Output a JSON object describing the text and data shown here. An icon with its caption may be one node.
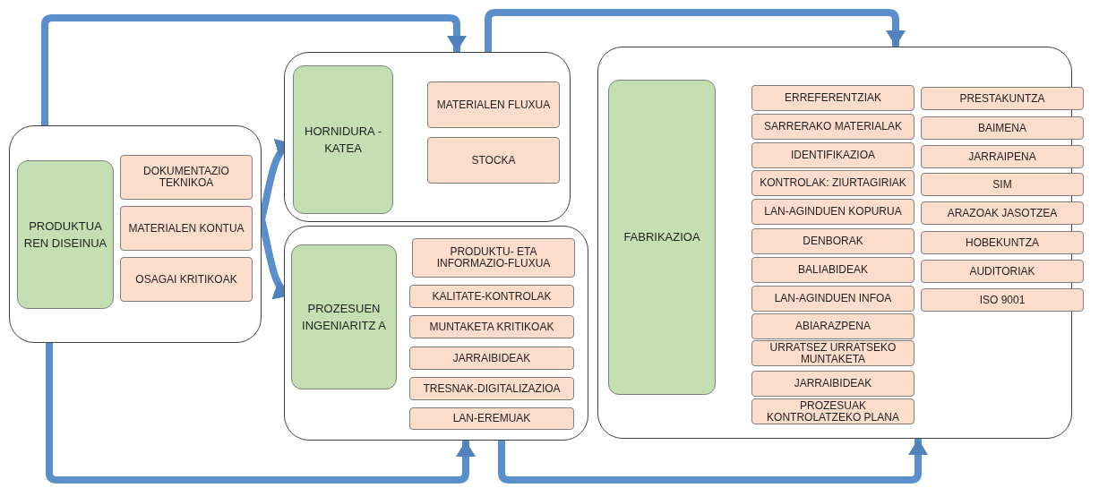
{
  "diagram": {
    "nodes": [
      {
        "text": [],
        "shape": "box"
      },
      {
        "text": [
          "PRODUKTUA REN DISEINUA"
        ],
        "in": 0
      },
      {
        "text": [
          "DOKUMENTAZIO TEKNIKOA"
        ],
        "in": 0
      },
      {
        "text": [
          "MATERIALEN KONTUA"
        ],
        "in": 0
      },
      {
        "text": [
          "OSAGAI KRITIKOAK"
        ],
        "in": 0
      },
      {
        "text": [],
        "shape": "box"
      },
      {
        "text": [
          "HORNIDURA -KATEA"
        ],
        "in": 5
      },
      {
        "text": [
          "MATERIALEN FLUXUA"
        ],
        "in": 5
      },
      {
        "text": [
          "STOCKA"
        ],
        "in": 5
      },
      {
        "text": [],
        "shape": "box"
      },
      {
        "text": [
          "PROZESUEN INGENIARITZ A"
        ],
        "in": 9
      },
      {
        "text": [
          "PRODUKTU- ETA INFORMAZIO-FLUXUA"
        ],
        "in": 9
      },
      {
        "text": [
          "KALITATE-KONTROLAK"
        ],
        "in": 9
      },
      {
        "text": [
          "MUNTAKETA KRITIKOAK"
        ],
        "in": 9
      },
      {
        "text": [
          "JARRAIBIDEAK"
        ],
        "in": 9
      },
      {
        "text": [
          "TRESNAK-DIGITALIZAZIOA"
        ],
        "in": 9
      },
      {
        "text": [
          "LAN-EREMUAK"
        ],
        "in": 9
      },
      {
        "text": [],
        "shape": "box"
      },
      {
        "text": [
          "FABRIKAZIOA"
        ],
        "in": 17
      },
      {
        "text": [
          "ERREFERENTZIAK"
        ],
        "in": 17
      },
      {
        "text": [
          "SARRERAKO MATERIALAK"
        ],
        "in": 17
      },
      {
        "text": [
          "IDENTIFIKAZIOA"
        ],
        "in": 17
      },
      {
        "text": [
          "KONTROLAK: ZIURTAGIRIAK"
        ],
        "in": 17
      },
      {
        "text": [
          "LAN-AGINDUEN KOPURUA"
        ],
        "in": 17
      },
      {
        "text": [
          "DENBORAK"
        ],
        "in": 17
      },
      {
        "text": [
          "BALIABIDEAK"
        ],
        "in": 17
      },
      {
        "text": [
          "LAN-AGINDUEN INFOA"
        ],
        "in": 17
      },
      {
        "text": [
          "ABIARAZPENA"
        ],
        "in": 17
      },
      {
        "text": [
          "URRATSEZ URRATSEKO MUNTAKETA"
        ],
        "in": 17
      },
      {
        "text": [
          "JARRAIBIDEAK"
        ],
        "in": 17
      },
      {
        "text": [
          "PROZESUAK KONTROLATZEKO PLANA"
        ],
        "in": 17
      },
      {
        "text": [
          "PRESTAKUNTZA"
        ],
        "in": 17
      },
      {
        "text": [
          "BAIMENA"
        ],
        "in": 17
      },
      {
        "text": [
          "JARRAIPENA"
        ],
        "in": 17
      },
      {
        "text": [
          "SIM"
        ],
        "in": 17
      },
      {
        "text": [
          "ARAZOAK JASOTZEA"
        ],
        "in": 17
      },
      {
        "text": [
          "HOBEKUNTZA"
        ],
        "in": 17
      },
      {
        "text": [
          "AUDITORIAK"
        ],
        "in": 17
      },
      {
        "text": [
          "ISO 9001"
        ],
        "in": 17
      }
    ],
    "edges": [
      {
        "from": 0,
        "to": 5,
        "arrow": "to"
      },
      {
        "from": 0,
        "to": 6,
        "arrow": "to"
      },
      {
        "from": 0,
        "to": 10,
        "arrow": "to"
      },
      {
        "from": 5,
        "to": 17,
        "arrow": "to"
      },
      {
        "from": 0,
        "to": 9,
        "arrow": "to"
      },
      {
        "from": 9,
        "to": 17,
        "arrow": "to"
      }
    ]
  }
}
